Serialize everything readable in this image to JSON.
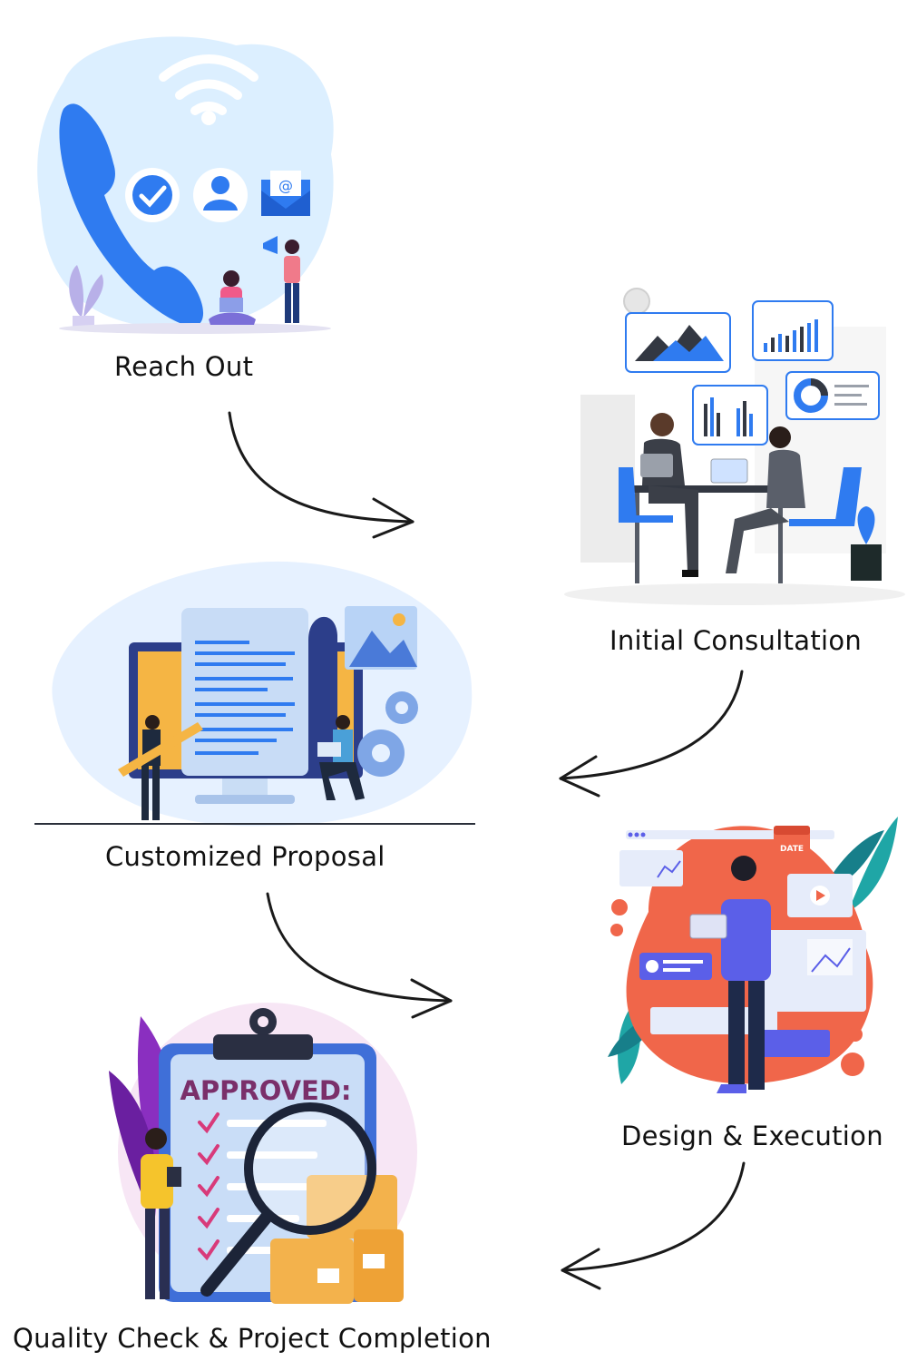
{
  "steps": [
    {
      "label": "Reach Out",
      "icon": "phone-contact-illustration"
    },
    {
      "label": "Initial Consultation",
      "icon": "business-meeting-illustration"
    },
    {
      "label": "Customized Proposal",
      "icon": "proposal-document-illustration"
    },
    {
      "label": "Design & Execution",
      "icon": "designer-dashboard-illustration"
    },
    {
      "label": "Quality Check & Project Completion",
      "icon": "approved-clipboard-illustration"
    }
  ],
  "illustration_text": {
    "approved": "APPROVED:",
    "date_badge": "DATE",
    "email_at": "@"
  },
  "colors": {
    "primary_blue": "#2f7bf0",
    "light_blue_bg": "#dcefff",
    "orange_blob": "#f0664a",
    "purple": "#7a2fb3",
    "arrow": "#1a1a1a"
  }
}
